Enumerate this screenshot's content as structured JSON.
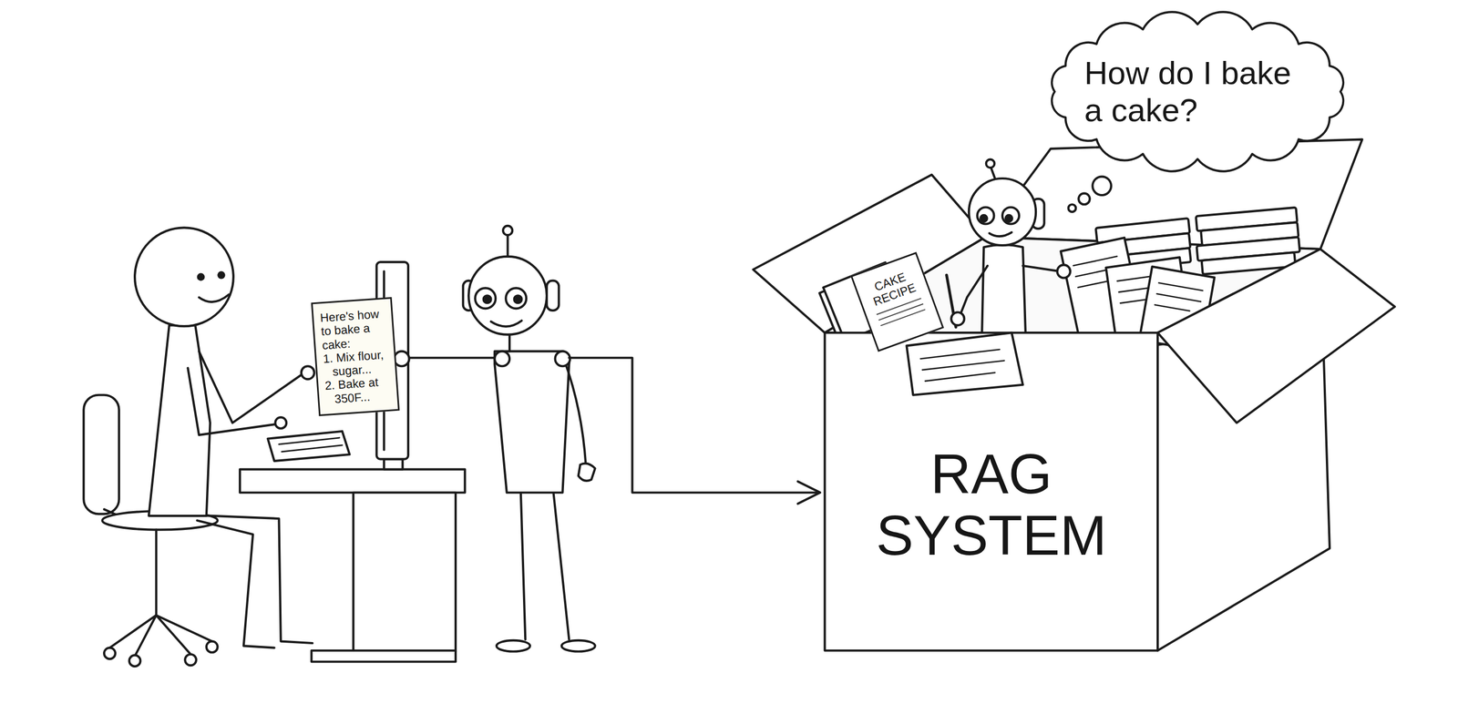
{
  "diagram": {
    "nodes": [
      {
        "text": [
          "Here's how to bake a cake:",
          "1. Mix flour, sugar...",
          "2. Bake at 350F..."
        ]
      },
      {
        "text": [
          "How do I bake a cake?"
        ]
      },
      {
        "text": [
          "RAG SYSTEM"
        ]
      },
      {
        "text": [
          "CAKE RECIPE"
        ],
        "in": 2
      }
    ]
  }
}
